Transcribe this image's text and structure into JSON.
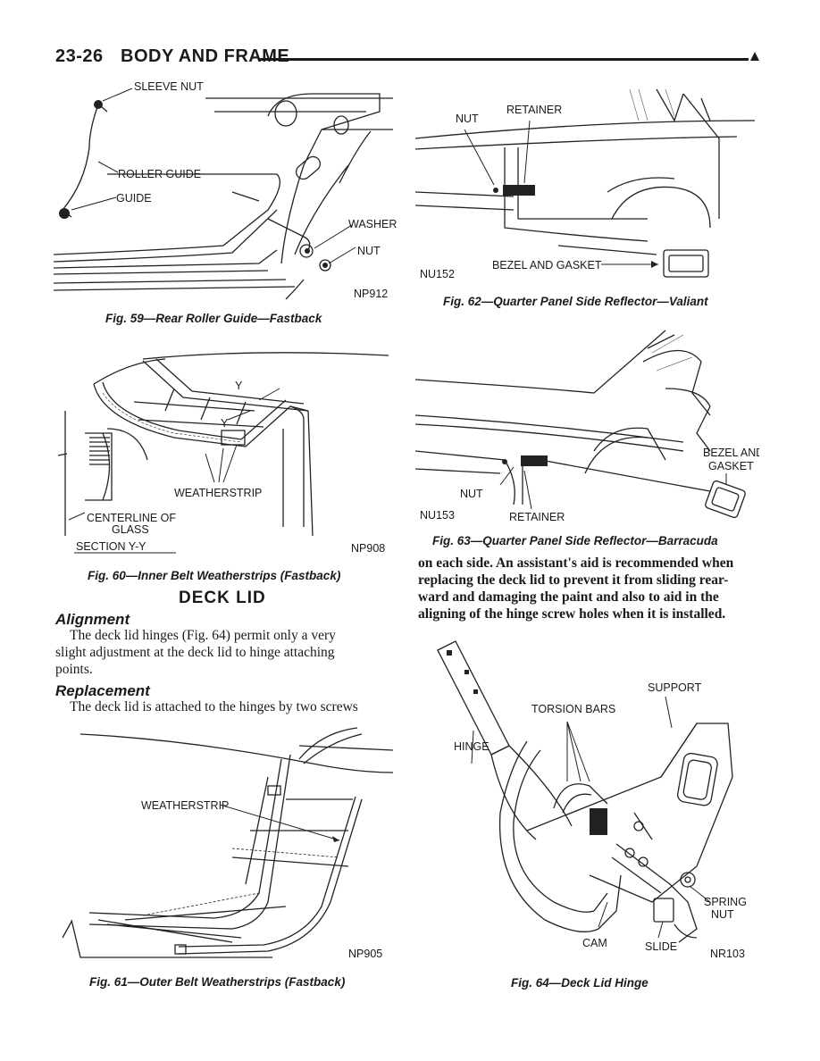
{
  "header": {
    "page_number": "23-26",
    "section_title": "BODY AND FRAME"
  },
  "fig59": {
    "labels": {
      "sleeve_nut": "SLEEVE NUT",
      "roller_guide": "ROLLER GUIDE",
      "guide": "GUIDE",
      "washer": "WASHER",
      "nut": "NUT"
    },
    "code": "NP912",
    "caption": "Fig. 59—Rear Roller Guide—Fastback"
  },
  "fig60": {
    "labels": {
      "y_top": "Y",
      "y_bottom": "Y",
      "weatherstrip": "WEATHERSTRIP",
      "centerline_1": "CENTERLINE OF",
      "centerline_2": "GLASS",
      "section": "SECTION Y-Y"
    },
    "code": "NP908",
    "caption": "Fig. 60—Inner Belt Weatherstrips (Fastback)"
  },
  "deck_lid": {
    "heading": "DECK LID",
    "alignment_heading": "Alignment",
    "alignment_lines": [
      "The deck lid hinges (Fig. 64) permit only a very",
      "slight adjustment at the deck lid to hinge attaching",
      "points."
    ],
    "replacement_heading": "Replacement",
    "replacement_line": "The deck lid is attached to the hinges by two screws"
  },
  "fig61": {
    "labels": {
      "weatherstrip": "WEATHERSTRIP"
    },
    "code": "NP905",
    "caption": "Fig. 61—Outer Belt Weatherstrips (Fastback)"
  },
  "fig62": {
    "labels": {
      "nut": "NUT",
      "retainer": "RETAINER",
      "bezel_gasket": "BEZEL AND GASKET"
    },
    "code": "NU152",
    "caption": "Fig. 62—Quarter Panel Side Reflector—Valiant"
  },
  "fig63": {
    "labels": {
      "bezel": "BEZEL AND",
      "gasket": "GASKET",
      "nut": "NUT",
      "retainer": "RETAINER"
    },
    "code": "NU153",
    "caption": "Fig. 63—Quarter Panel Side Reflector—Barracuda"
  },
  "right_text": {
    "lines": [
      "on each side. An assistant's aid is recommended when",
      "replacing the deck lid to prevent it from sliding rear-",
      "ward and damaging the paint and also to aid in the",
      "aligning of the hinge screw holes when it is installed."
    ]
  },
  "fig64": {
    "labels": {
      "support": "SUPPORT",
      "torsion_bars": "TORSION BARS",
      "hinge": "HINGE",
      "spring": "SPRING",
      "nut": "NUT",
      "cam": "CAM",
      "slide": "SLIDE"
    },
    "code": "NR103",
    "caption": "Fig. 64—Deck Lid Hinge"
  }
}
